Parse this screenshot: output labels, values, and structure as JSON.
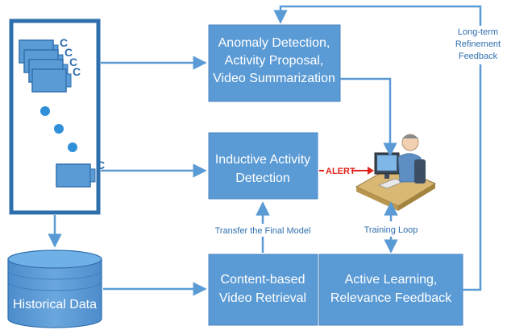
{
  "colors": {
    "box_fill": "#5b9bd5",
    "box_stroke": "#4a86c0",
    "arrow": "#5b9bd5",
    "label_text": "#2f6fae",
    "alert": "#e0241b",
    "camera_frame": "#2f6fae"
  },
  "camera_label": "C",
  "boxes": {
    "anomaly": [
      "Anomaly Detection,",
      "Activity Proposal,",
      "Video Summarization"
    ],
    "inductive": [
      "Inductive Activity",
      "Detection"
    ],
    "retrieval": [
      "Content-based",
      "Video Retrieval"
    ],
    "active": [
      "Active Learning,",
      "Relevance Feedback"
    ],
    "historical": "Historical Data"
  },
  "labels": {
    "alert": "ALERT",
    "transfer": "Transfer the Final Model",
    "training_loop": "Training Loop",
    "long_term": [
      "Long-term",
      "Refinement",
      "Feedback"
    ]
  },
  "icons": {
    "camera": "video-camera-icon",
    "operator": "operator-at-computer-icon",
    "database": "database-cylinder-icon"
  }
}
